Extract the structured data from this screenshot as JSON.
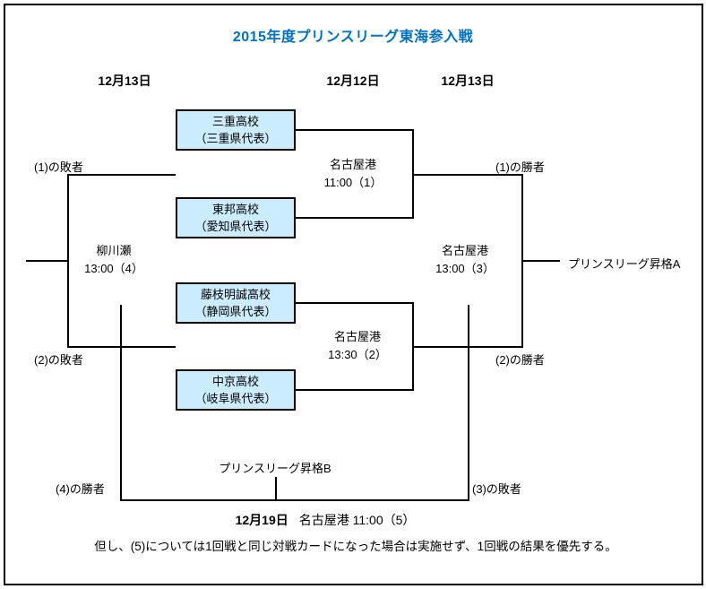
{
  "title": "2015年度プリンスリーグ東海参入戦",
  "dates": {
    "left": "12月13日",
    "center": "12月12日",
    "right": "12月13日"
  },
  "teams": [
    {
      "name": "三重高校",
      "rep": "（三重県代表）"
    },
    {
      "name": "東邦高校",
      "rep": "（愛知県代表）"
    },
    {
      "name": "藤枝明誠高校",
      "rep": "（静岡県代表）"
    },
    {
      "name": "中京高校",
      "rep": "（岐阜県代表）"
    }
  ],
  "matches": [
    {
      "venue": "名古屋港",
      "time": "11:00（1）"
    },
    {
      "venue": "名古屋港",
      "time": "13:30（2）"
    },
    {
      "venue": "名古屋港",
      "time": "13:00（3）"
    },
    {
      "venue": "柳川瀬",
      "time": "13:00（4）"
    }
  ],
  "labels": {
    "loser1": "(1)の敗者",
    "loser2": "(2)の敗者",
    "winner1": "(1)の勝者",
    "winner2": "(2)の勝者",
    "winner4": "(4)の勝者",
    "loser3": "(3)の敗者",
    "promotion_a": "プリンスリーグ昇格A",
    "promotion_b": "プリンスリーグ昇格B"
  },
  "match5": {
    "date": "12月19日",
    "info": "名古屋港 11:00（5）"
  },
  "note": "但し、(5)については1回戦と同じ対戦カードになった場合は実施せず、1回戦の結果を優先する。",
  "colors": {
    "title_blue": "#0070C0",
    "box_fill": "#CCECFF",
    "box_border": "#000000",
    "line": "#000000"
  }
}
